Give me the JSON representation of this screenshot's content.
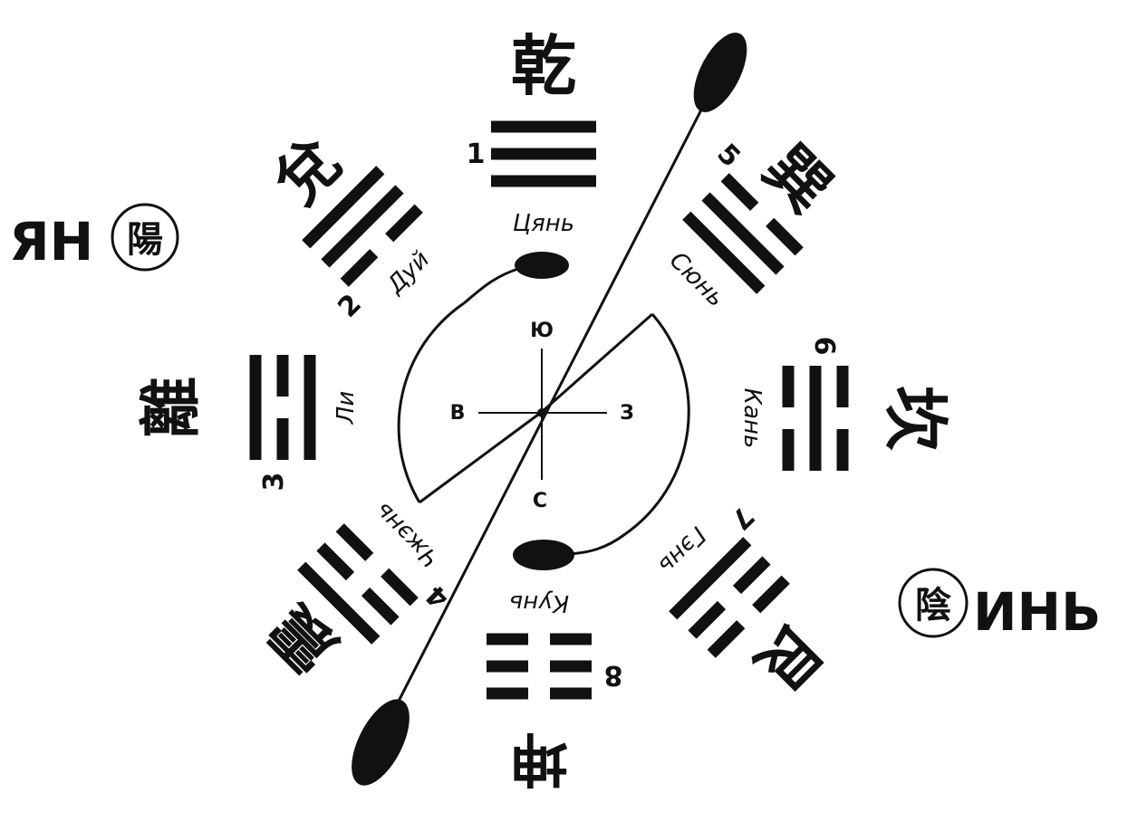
{
  "colors": {
    "ink": "#111111",
    "paper": "#ffffff"
  },
  "trigrams": [
    {
      "id": "qian",
      "number": "1",
      "name": "Цянь",
      "char": "乾",
      "lines": [
        "yang",
        "yang",
        "yang"
      ]
    },
    {
      "id": "dui",
      "number": "2",
      "name": "Дуй",
      "char": "兌",
      "lines": [
        "yang",
        "yang",
        "yin"
      ]
    },
    {
      "id": "li",
      "number": "3",
      "name": "Ли",
      "char": "離",
      "lines": [
        "yang",
        "yin",
        "yang"
      ]
    },
    {
      "id": "zhen",
      "number": "4",
      "name": "Чжэнь",
      "char": "震",
      "lines": [
        "yang",
        "yin",
        "yin"
      ]
    },
    {
      "id": "xun",
      "number": "5",
      "name": "Сюнь",
      "char": "巽",
      "lines": [
        "yin",
        "yang",
        "yang"
      ]
    },
    {
      "id": "kan",
      "number": "6",
      "name": "Кань",
      "char": "坎",
      "lines": [
        "yin",
        "yang",
        "yin"
      ]
    },
    {
      "id": "gen",
      "number": "7",
      "name": "Гэнь",
      "char": "艮",
      "lines": [
        "yin",
        "yin",
        "yang"
      ]
    },
    {
      "id": "kun",
      "number": "8",
      "name": "Кунь",
      "char": "坤",
      "lines": [
        "yin",
        "yin",
        "yin"
      ]
    }
  ],
  "compass": {
    "south": "Ю",
    "east": "В",
    "west": "З",
    "north": "С"
  },
  "yang": {
    "label": "ЯН",
    "seal": "陽"
  },
  "yin": {
    "label": "ИНЬ",
    "seal": "陰"
  }
}
